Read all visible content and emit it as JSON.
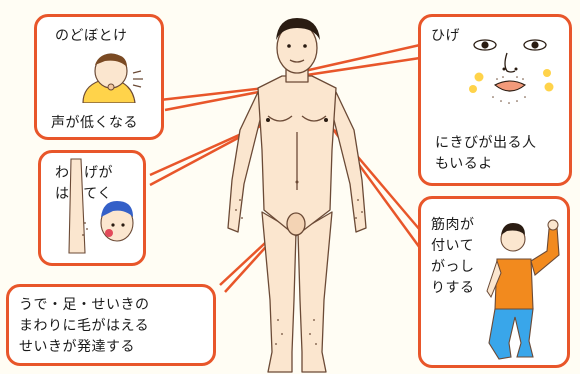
{
  "callouts": {
    "adams_apple": {
      "title": "のどぼとけ",
      "caption": "声が低くなる",
      "icon": "throat-icon"
    },
    "beard": {
      "title": "ひげ",
      "lines": [
        "にきびが出る人",
        "もいるよ"
      ],
      "icon": "face-icon"
    },
    "armpit": {
      "lines": [
        "わきげが",
        "はえてく"
      ],
      "icon": "armpit-icon"
    },
    "muscle": {
      "lines": [
        "筋肉が",
        "付いて",
        "がっし",
        "りする"
      ],
      "icon": "flex-arm-icon"
    },
    "genital": {
      "lines": [
        "うで・足・せいきの",
        "まわりに毛がはえる",
        "せいきが発達する"
      ]
    }
  },
  "colors": {
    "accent": "#e8562a",
    "skin": "#fbe6cf",
    "hair": "#2a1c12",
    "background": "#fffdf4"
  }
}
